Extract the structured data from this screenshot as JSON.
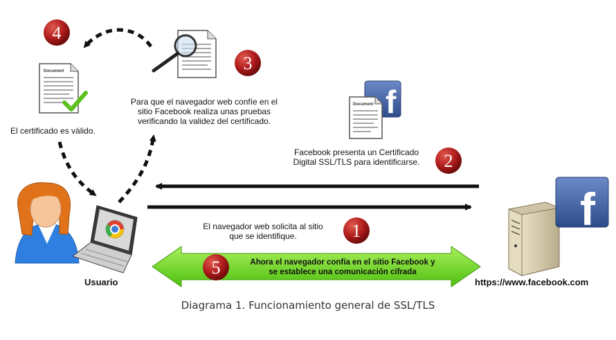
{
  "steps": {
    "one": "1",
    "two": "2",
    "three": "3",
    "four": "4",
    "five": "5"
  },
  "texts": {
    "step1": "El navegador web solicita al sitio que se identifique.",
    "step1_l1": "El navegador web solicita al sitio",
    "step1_l2": "que se identifique.",
    "step2_l1": "Facebook presenta un Certificado",
    "step2_l2": "Digital SSL/TLS para identificarse.",
    "step3_l1": "Para que el navegador web confíe en el",
    "step3_l2": "sitio Facebook realiza unas pruebas",
    "step3_l3": "verificando la validez del certificado.",
    "step4": "El certificado es válido.",
    "step5_l1": "Ahora el navegador confía en el sitio Facebook y",
    "step5_l2": "se establece una comunicación cifrada"
  },
  "labels": {
    "user": "Usuario",
    "site": "https://www.facebook.com",
    "document": "Document",
    "facebook_logo": "f"
  },
  "caption": "Diagrama 1. Funcionamiento general de SSL/TLS",
  "colors": {
    "badge_red": "#b01c1c",
    "arrow_green": "#7ee02a",
    "facebook_blue": "#3b5998",
    "check_green": "#5cc01e"
  }
}
